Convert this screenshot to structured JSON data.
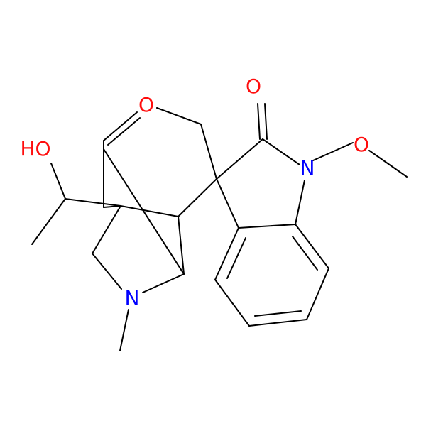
{
  "colors": {
    "background": "#ffffff",
    "bond": "#000000",
    "oxygen": "#ff0d0d",
    "nitrogen": "#0000ff"
  },
  "atoms": {
    "o_carbonyl": {
      "label": "O",
      "element": "O"
    },
    "o_bridge": {
      "label": "O",
      "element": "O"
    },
    "o_methoxy": {
      "label": "O",
      "element": "O"
    },
    "hydroxyl": {
      "label": "HO",
      "element": "O"
    },
    "n_indole": {
      "label": "N",
      "element": "N"
    },
    "n_amine": {
      "label": "N",
      "element": "N"
    }
  }
}
